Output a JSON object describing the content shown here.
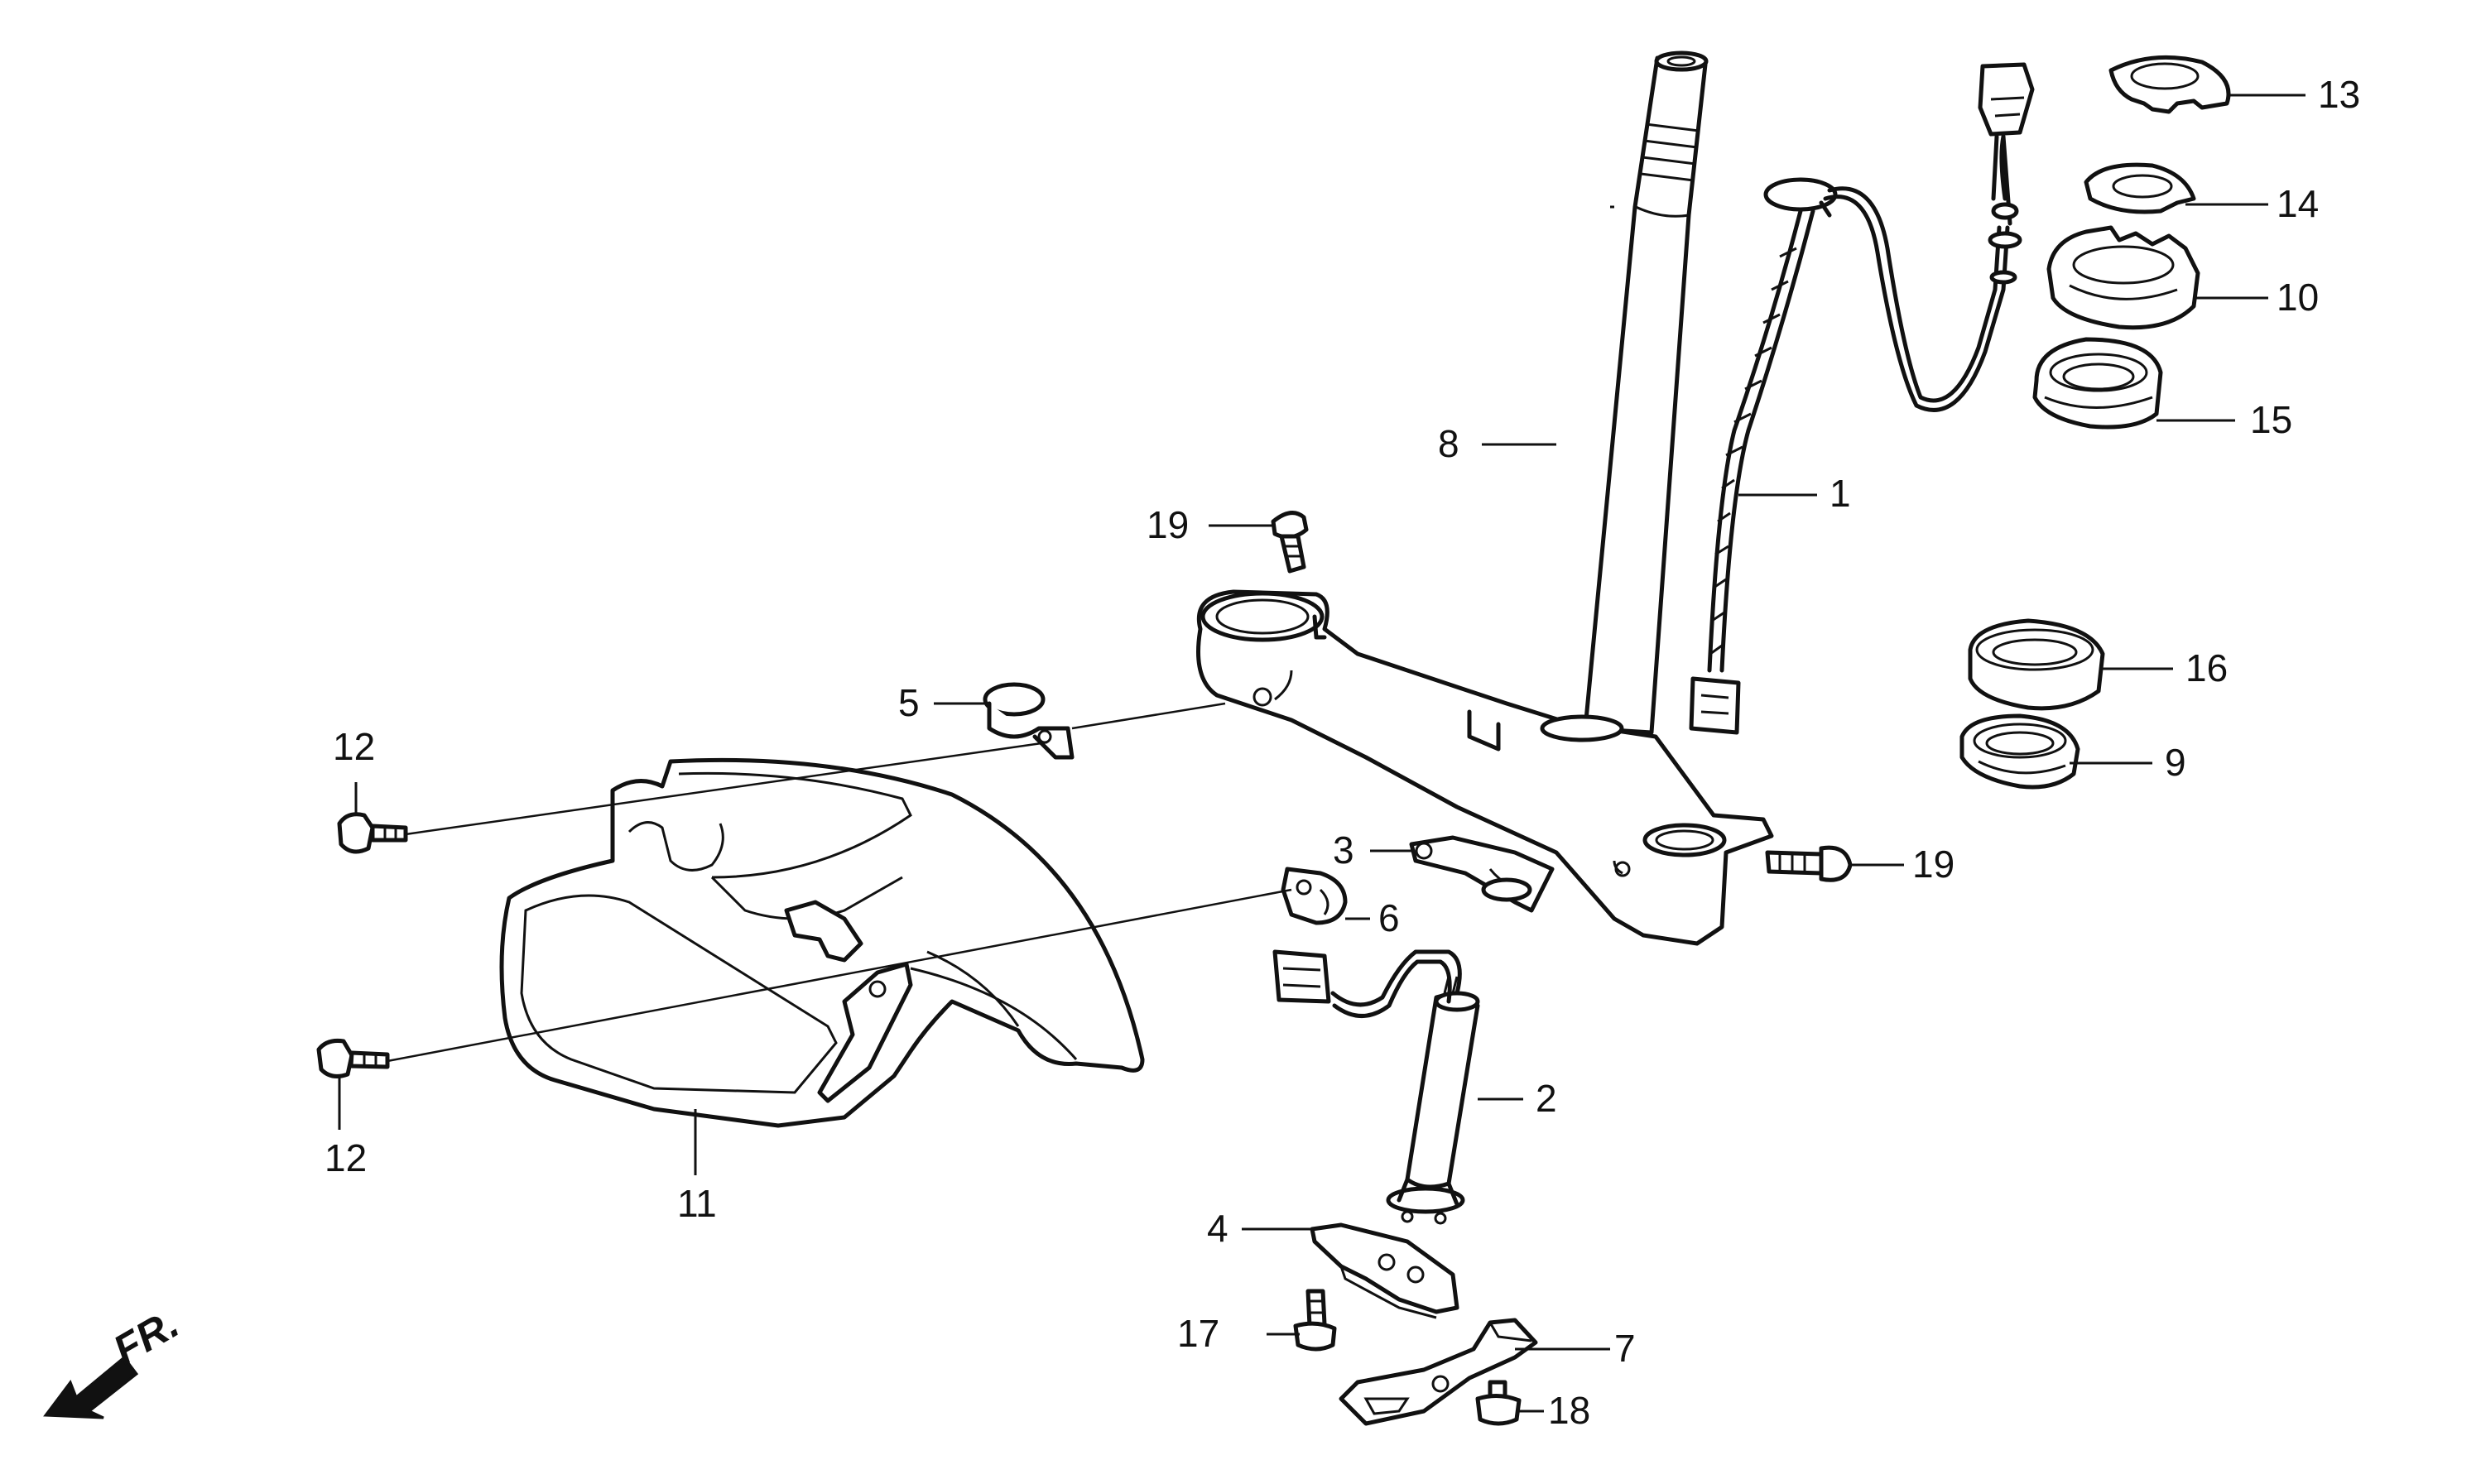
{
  "labels": [
    {
      "id": "1",
      "text": "1"
    },
    {
      "id": "2",
      "text": "2"
    },
    {
      "id": "3",
      "text": "3"
    },
    {
      "id": "4",
      "text": "4"
    },
    {
      "id": "5",
      "text": "5"
    },
    {
      "id": "6",
      "text": "6"
    },
    {
      "id": "7",
      "text": "7"
    },
    {
      "id": "8",
      "text": "8"
    },
    {
      "id": "9",
      "text": "9"
    },
    {
      "id": "10",
      "text": "10"
    },
    {
      "id": "11",
      "text": "11"
    },
    {
      "id": "12a",
      "text": "12"
    },
    {
      "id": "12b",
      "text": "12"
    },
    {
      "id": "13",
      "text": "13"
    },
    {
      "id": "14",
      "text": "14"
    },
    {
      "id": "15",
      "text": "15"
    },
    {
      "id": "16",
      "text": "16"
    },
    {
      "id": "17",
      "text": "17"
    },
    {
      "id": "18",
      "text": "18"
    },
    {
      "id": "19a",
      "text": "19"
    },
    {
      "id": "19b",
      "text": "19"
    }
  ],
  "front_indicator": {
    "text": "FR."
  }
}
